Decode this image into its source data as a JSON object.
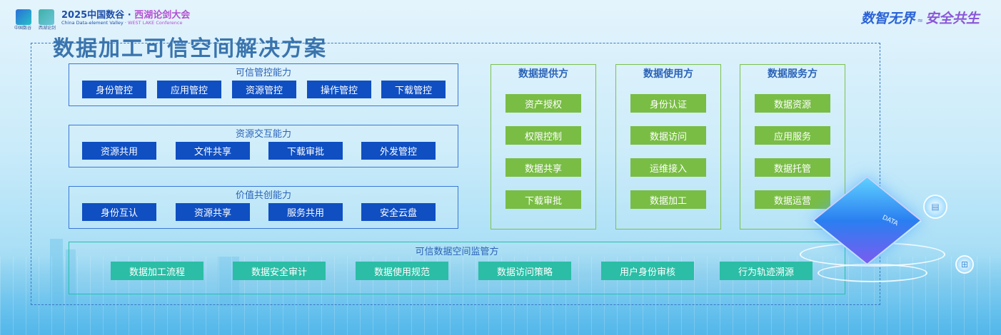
{
  "header": {
    "logo1_label": "中国数谷",
    "logo2_label": "西湖论剑",
    "event_name_left": "2025中国数谷",
    "event_sep": "·",
    "event_name_right": "西湖论剑大会",
    "event_en_left": "China Data-element Valley",
    "event_en_sep": "·",
    "event_en_right": "WEST LAKE Conference",
    "slogan_left": "数智无界",
    "slogan_sep": "≈",
    "slogan_right": "安全共生"
  },
  "diagram": {
    "title": "数据加工可信空间解决方案",
    "capabilities": [
      {
        "title": "可信管控能力",
        "items": [
          "身份管控",
          "应用管控",
          "资源管控",
          "操作管控",
          "下载管控"
        ]
      },
      {
        "title": "资源交互能力",
        "items": [
          "资源共用",
          "文件共享",
          "下载审批",
          "外发管控"
        ]
      },
      {
        "title": "价值共创能力",
        "items": [
          "身份互认",
          "资源共享",
          "服务共用",
          "安全云盘"
        ]
      }
    ],
    "parties": [
      {
        "title": "数据提供方",
        "items": [
          "资产授权",
          "权限控制",
          "数据共享",
          "下载审批"
        ]
      },
      {
        "title": "数据使用方",
        "items": [
          "身份认证",
          "数据访问",
          "运维接入",
          "数据加工"
        ]
      },
      {
        "title": "数据服务方",
        "items": [
          "数据资源",
          "应用服务",
          "数据托管",
          "数据运营"
        ]
      }
    ],
    "regulator": {
      "title": "可信数据空间监管方",
      "items": [
        "数据加工流程",
        "数据安全审计",
        "数据使用规范",
        "数据访问策略",
        "用户身份审核",
        "行为轨迹溯源"
      ]
    }
  },
  "decor": {
    "cube_text": "DATA",
    "bubble1": "▤",
    "bubble2": "⊞"
  },
  "colors": {
    "capability_button": "#0f4fc2",
    "party_button": "#79bd45",
    "regulator_button": "#2bbda6",
    "title": "#3a74ad"
  }
}
